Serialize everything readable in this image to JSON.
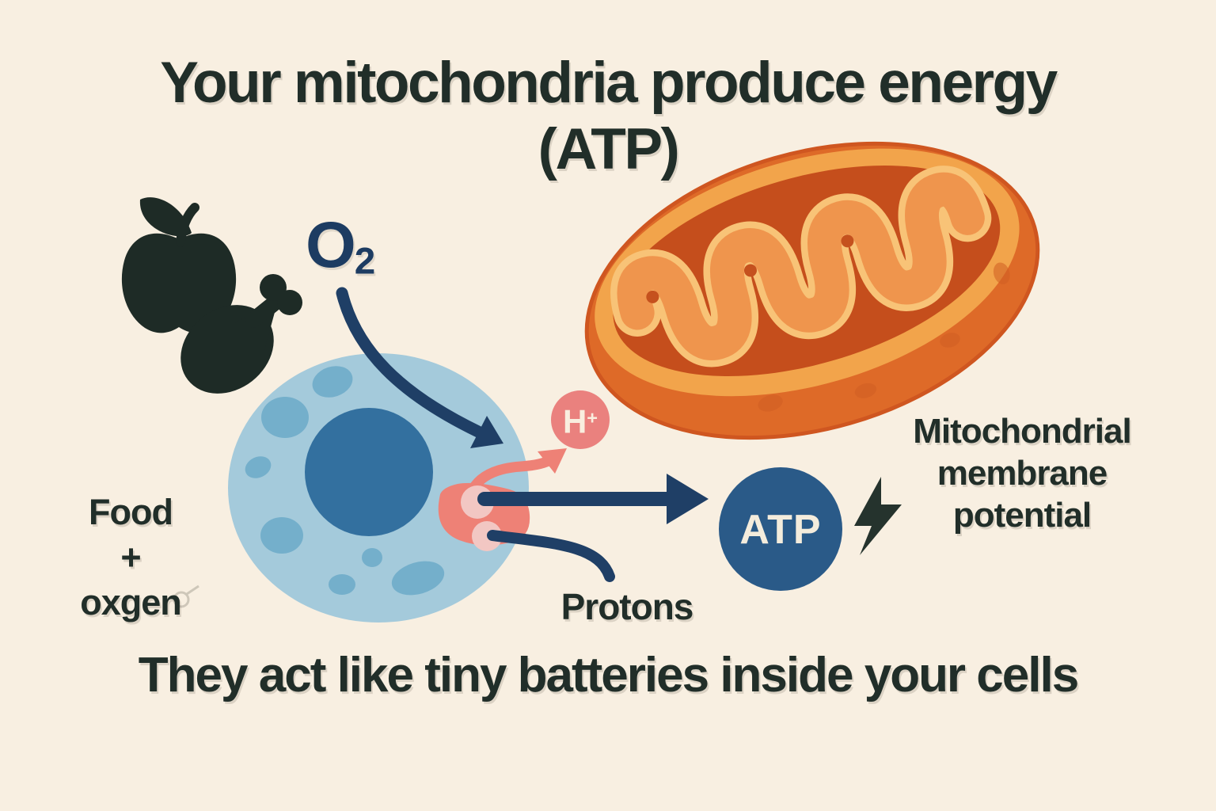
{
  "title": {
    "line1": "Your mitochondria produce energy",
    "line2": "(ATP)"
  },
  "caption": "They act like tiny batteries inside your cells",
  "o2_label": {
    "symbol": "O",
    "subscript": "2"
  },
  "food_label": {
    "line1": "Food",
    "line2": "+",
    "line3": "oxgen"
  },
  "proton_badge": {
    "symbol": "H",
    "superscript": "+"
  },
  "protons_label": "Protons",
  "atp_badge_label": "ATP",
  "membrane_label": {
    "line1": "Mitochondrial",
    "line2": "membrane",
    "line3": "potential"
  },
  "icons": {
    "apple": "apple-icon",
    "drumstick": "drumstick-icon",
    "lightning": "lightning-bolt-icon",
    "male_symbol": "male-symbol-icon",
    "o2_arrow": "o2-entry-arrow",
    "atp_arrow": "atp-output-arrow",
    "proton_arrow": "proton-release-arrow",
    "protons_pointer": "protons-pointer-line"
  },
  "colors": {
    "background": "#f8efe1",
    "text_charcoal": "#212e29",
    "icon_dark": "#1e2b26",
    "navy": "#1f3f66",
    "o2_text": "#1d3c62",
    "atp_circle": "#2a5a88",
    "badge_text_cream": "#f4ecdc",
    "cell_body": "#a4cadb",
    "cell_spots": "#74afcb",
    "nucleus": "#33709f",
    "pink_channel": "#ee8176",
    "pink_light": "#f2c7c3",
    "hplus_circle": "#ea817e",
    "mito_body": "#de6a28",
    "mito_rim": "#f2a44b",
    "mito_interior": "#c54e1c",
    "cristae_fill": "#ef954d",
    "cristae_outline": "#f8c377"
  }
}
